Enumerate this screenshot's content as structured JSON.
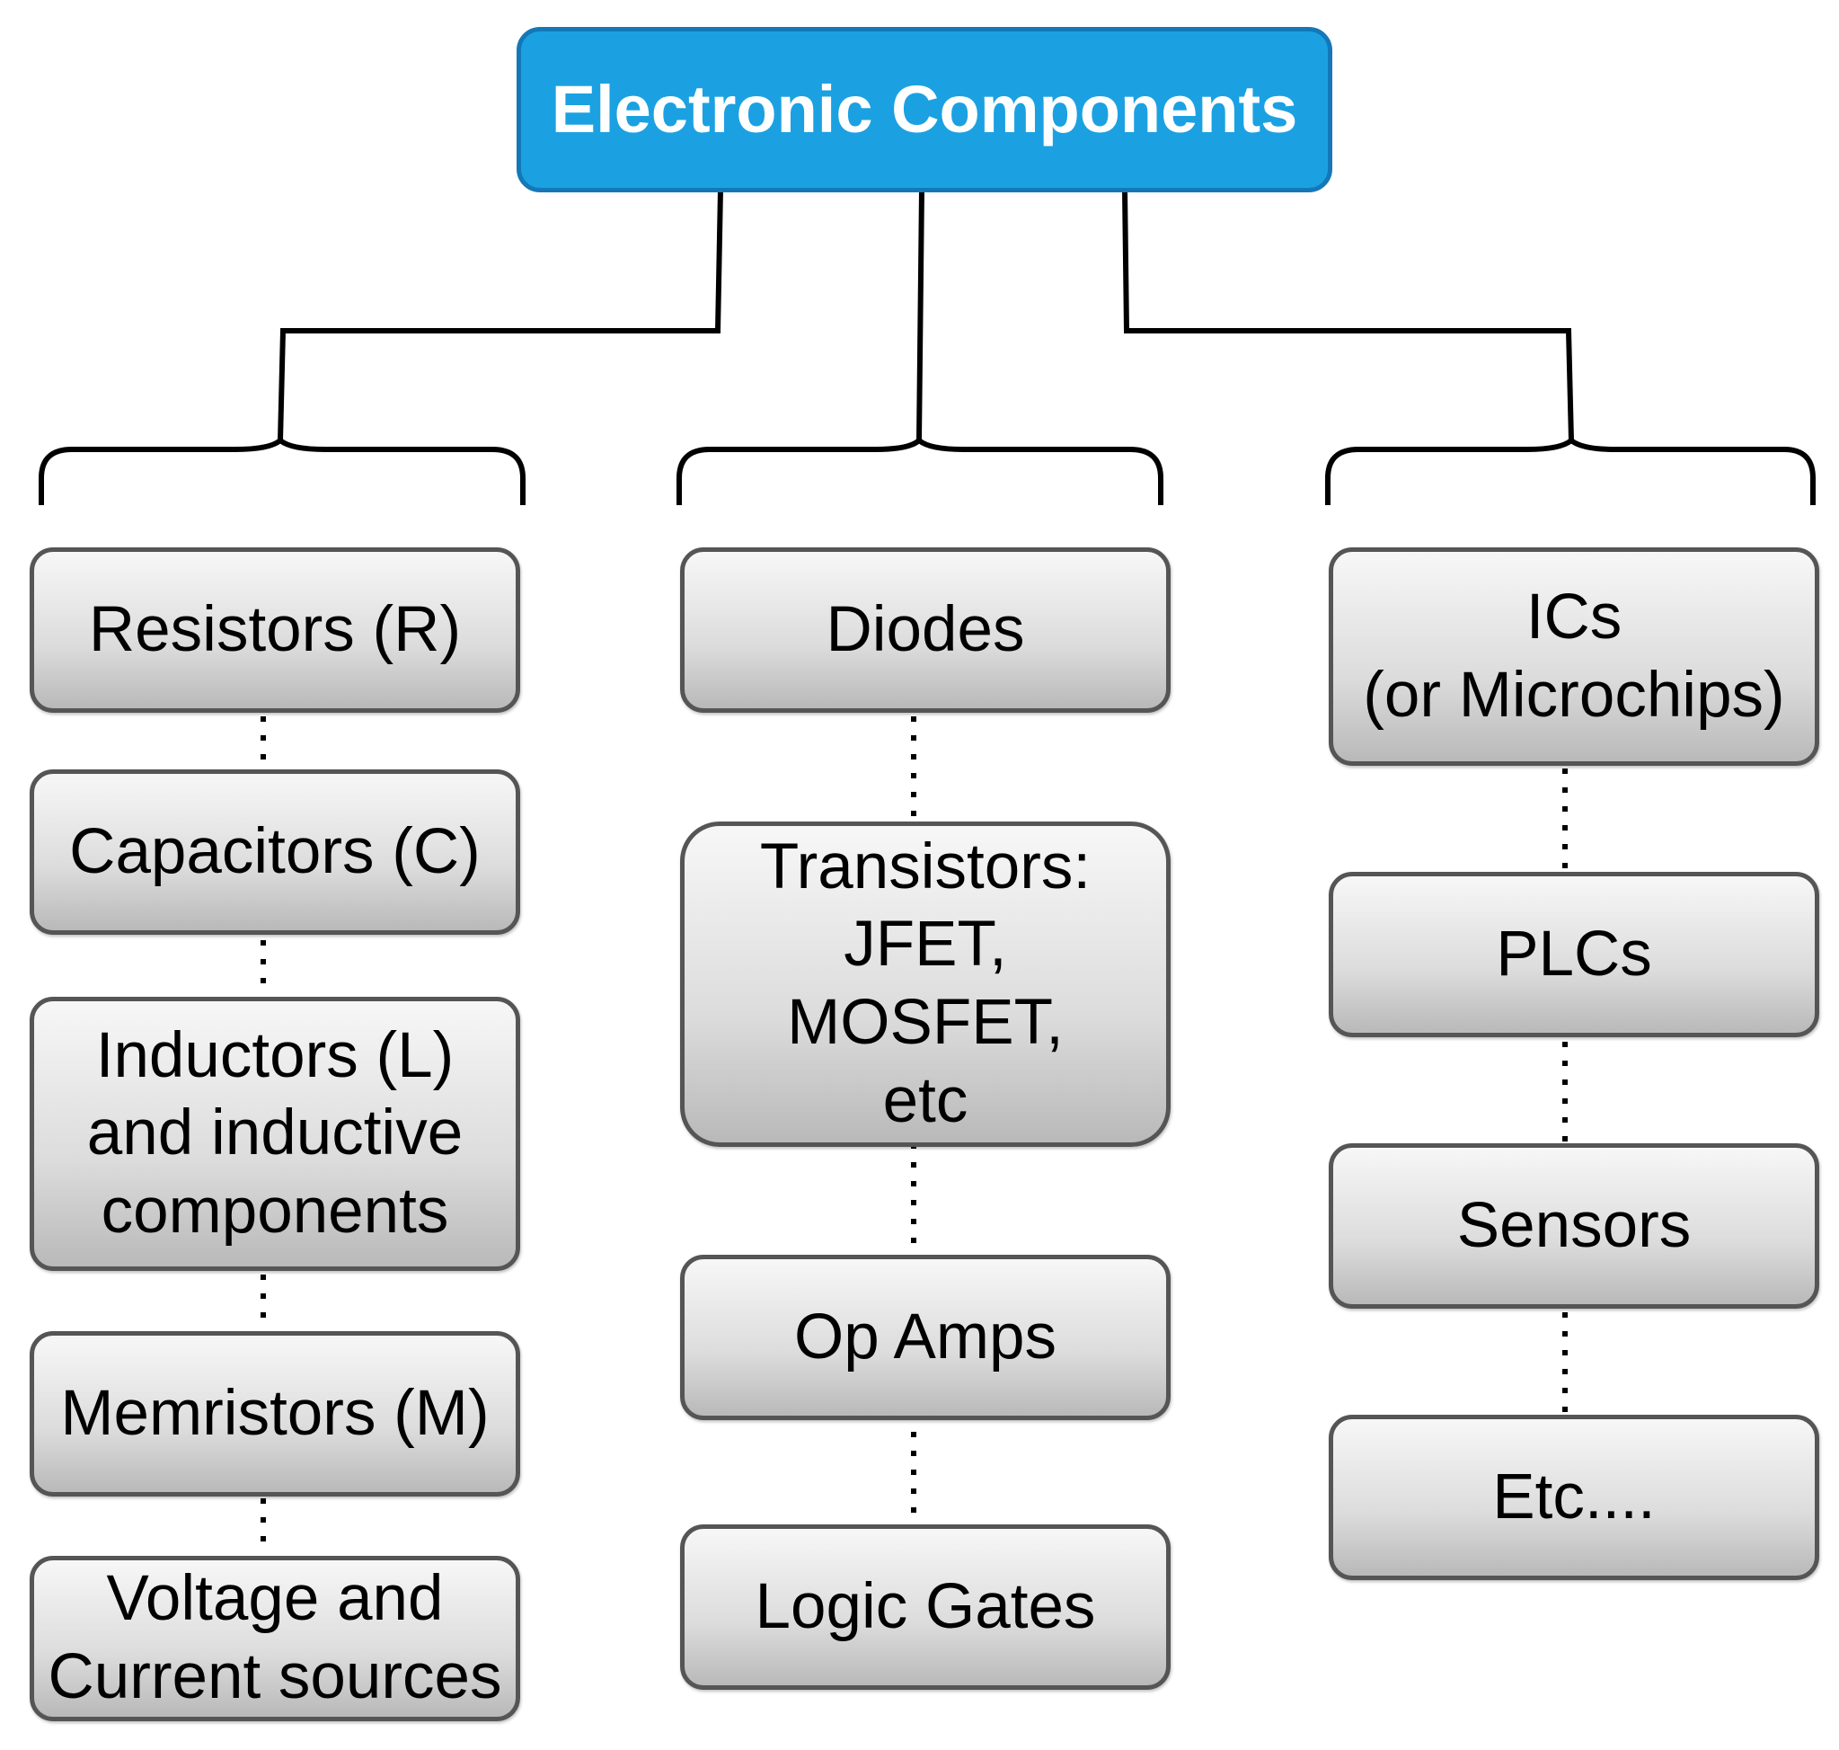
{
  "root": {
    "label": "Electronic Components"
  },
  "groups": [
    {
      "items": [
        "Resistors (R)",
        "Capacitors (C)",
        "Inductors (L)\nand inductive\ncomponents",
        "Memristors (M)",
        "Voltage and\nCurrent sources"
      ]
    },
    {
      "items": [
        "Diodes",
        "Transistors:\nJFET,\nMOSFET,\netc",
        "Op Amps",
        "Logic Gates"
      ]
    },
    {
      "items": [
        "ICs\n(or Microchips)",
        "PLCs",
        "Sensors",
        "Etc...."
      ]
    }
  ],
  "colors": {
    "root_fill": "#1ba1e2",
    "root_border": "#1478b8",
    "node_border": "#555555",
    "connector": "#000000"
  }
}
